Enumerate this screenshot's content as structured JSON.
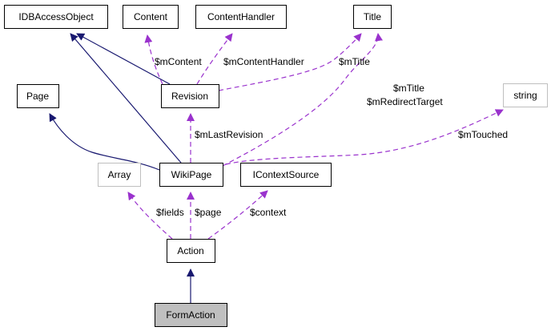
{
  "diagram": {
    "title": "FormAction collaboration graph",
    "colors": {
      "inheritance": "#191970",
      "usage": "#9a32cd",
      "node_border": "#000000",
      "external_border": "#bfbfbf",
      "focus_fill": "#bfbfbf",
      "node_fill": "#ffffff"
    },
    "nodes": [
      {
        "id": "IDBAccessObject",
        "label": "IDBAccessObject",
        "style": "normal"
      },
      {
        "id": "Content",
        "label": "Content",
        "style": "normal"
      },
      {
        "id": "ContentHandler",
        "label": "ContentHandler",
        "style": "normal"
      },
      {
        "id": "Title",
        "label": "Title",
        "style": "normal"
      },
      {
        "id": "Page",
        "label": "Page",
        "style": "normal"
      },
      {
        "id": "Revision",
        "label": "Revision",
        "style": "normal"
      },
      {
        "id": "string",
        "label": "string",
        "style": "external"
      },
      {
        "id": "Array",
        "label": "Array",
        "style": "external"
      },
      {
        "id": "WikiPage",
        "label": "WikiPage",
        "style": "normal"
      },
      {
        "id": "IContextSource",
        "label": "IContextSource",
        "style": "normal"
      },
      {
        "id": "Action",
        "label": "Action",
        "style": "normal"
      },
      {
        "id": "FormAction",
        "label": "FormAction",
        "style": "focus"
      }
    ],
    "edges": [
      {
        "from": "Revision",
        "to": "IDBAccessObject",
        "type": "inheritance",
        "label": ""
      },
      {
        "from": "WikiPage",
        "to": "IDBAccessObject",
        "type": "inheritance",
        "label": ""
      },
      {
        "from": "WikiPage",
        "to": "Page",
        "type": "inheritance",
        "label": ""
      },
      {
        "from": "FormAction",
        "to": "Action",
        "type": "inheritance",
        "label": ""
      },
      {
        "from": "Revision",
        "to": "Content",
        "type": "usage",
        "label": "$mContent"
      },
      {
        "from": "Revision",
        "to": "ContentHandler",
        "type": "usage",
        "label": "$mContentHandler"
      },
      {
        "from": "Revision",
        "to": "Title",
        "type": "usage",
        "label": "$mTitle"
      },
      {
        "from": "WikiPage",
        "to": "Title",
        "type": "usage",
        "label": "$mTitle\n$mRedirectTarget"
      },
      {
        "from": "WikiPage",
        "to": "Revision",
        "type": "usage",
        "label": "$mLastRevision"
      },
      {
        "from": "WikiPage",
        "to": "string",
        "type": "usage",
        "label": "$mTouched"
      },
      {
        "from": "Action",
        "to": "Array",
        "type": "usage",
        "label": "$fields"
      },
      {
        "from": "Action",
        "to": "WikiPage",
        "type": "usage",
        "label": "$page"
      },
      {
        "from": "Action",
        "to": "IContextSource",
        "type": "usage",
        "label": "$context"
      }
    ]
  }
}
